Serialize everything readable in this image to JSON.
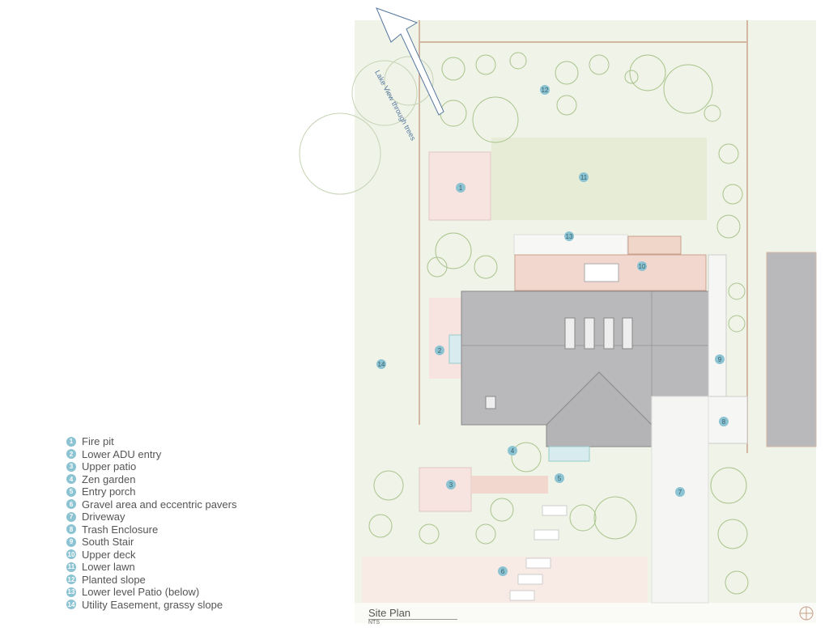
{
  "plan": {
    "title": "Site Plan",
    "scale_note": "NTS",
    "arrow_label": "Lake View through trees"
  },
  "legend": [
    {
      "num": "1",
      "label": "Fire pit"
    },
    {
      "num": "2",
      "label": "Lower ADU entry"
    },
    {
      "num": "3",
      "label": "Upper patio"
    },
    {
      "num": "4",
      "label": "Zen garden"
    },
    {
      "num": "5",
      "label": "Entry porch"
    },
    {
      "num": "6",
      "label": "Gravel area and eccentric pavers"
    },
    {
      "num": "7",
      "label": "Driveway"
    },
    {
      "num": "8",
      "label": "Trash Enclosure"
    },
    {
      "num": "9",
      "label": "South Stair"
    },
    {
      "num": "10",
      "label": "Upper deck"
    },
    {
      "num": "11",
      "label": "Lower lawn"
    },
    {
      "num": "12",
      "label": "Planted slope"
    },
    {
      "num": "13",
      "label": "Lower level Patio (below)"
    },
    {
      "num": "14",
      "label": "Utility Easement, grassy slope"
    }
  ],
  "colors": {
    "marker": "#8cc3d2",
    "grass": "#eef2e4",
    "roof": "#b9b9bb",
    "paving": "#f6e6e0",
    "tree": "#a9c48c"
  }
}
